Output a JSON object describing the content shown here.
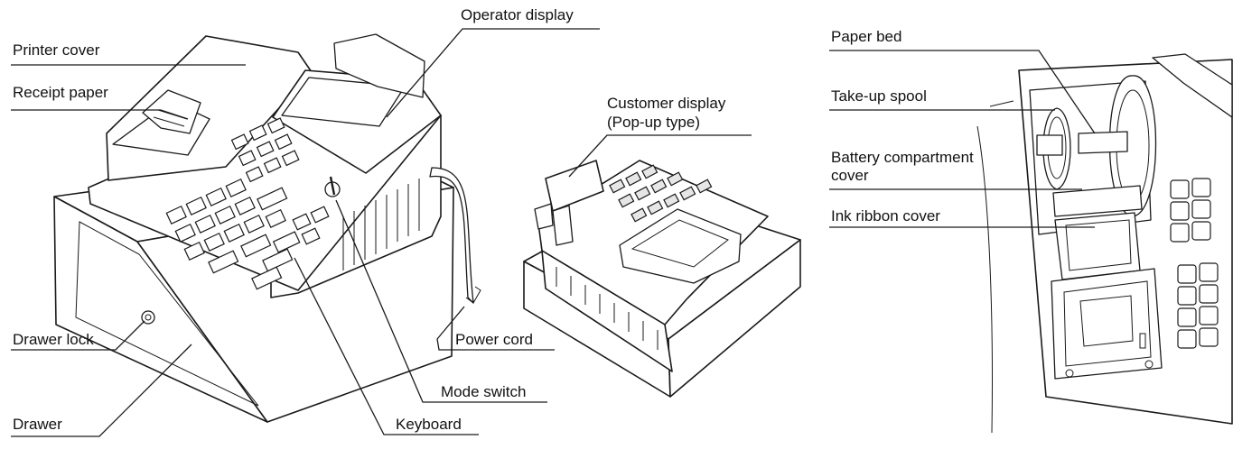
{
  "labels": {
    "printer_cover": "Printer cover",
    "receipt_paper": "Receipt paper",
    "operator_display": "Operator display",
    "drawer_lock": "Drawer lock",
    "drawer": "Drawer",
    "keyboard": "Keyboard",
    "mode_switch": "Mode switch",
    "power_cord": "Power cord",
    "customer_display_line1": "Customer display",
    "customer_display_line2": "(Pop-up type)",
    "paper_bed": "Paper bed",
    "take_up_spool": "Take-up spool",
    "battery_compartment_line1": "Battery compartment",
    "battery_compartment_line2": "cover",
    "ink_ribbon_cover": "Ink ribbon cover"
  }
}
